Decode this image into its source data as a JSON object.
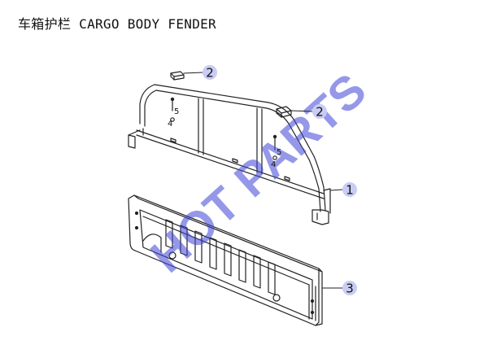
{
  "title": "车箱护栏 CARGO BODY FENDER",
  "watermark": "HOT PARTS",
  "colors": {
    "line": "#222222",
    "callout_fill": "#c9ccf3",
    "watermark": "#3f45d6"
  },
  "callouts": [
    {
      "id": "c2a",
      "label": "2"
    },
    {
      "id": "c2b",
      "label": "2"
    },
    {
      "id": "c1",
      "label": "1"
    },
    {
      "id": "c3",
      "label": "3"
    }
  ],
  "small_labels": [
    {
      "id": "s5a",
      "label": "5"
    },
    {
      "id": "s4a",
      "label": "4"
    },
    {
      "id": "s5b",
      "label": "5"
    },
    {
      "id": "s4b",
      "label": "4"
    }
  ]
}
